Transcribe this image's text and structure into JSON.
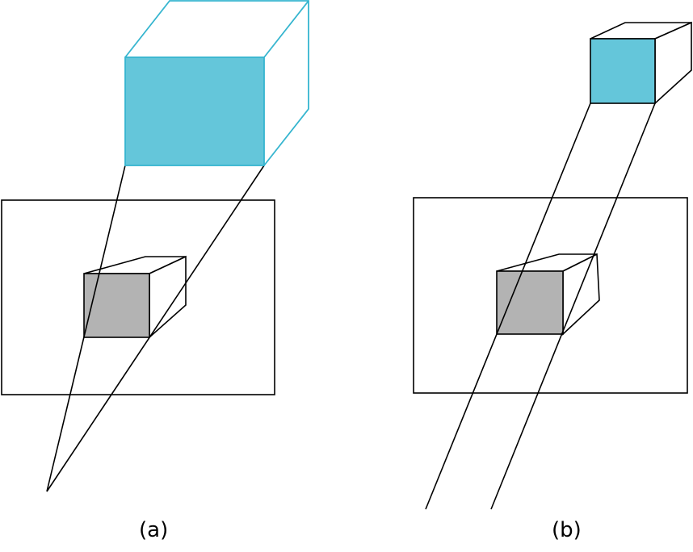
{
  "colors": {
    "projected_face": "#64c6da",
    "projected_edge": "#35b5cf",
    "object_face": "#b3b3b3",
    "line": "#000000"
  },
  "panels": [
    {
      "id": "a",
      "caption": "(a)",
      "projection": "perspective"
    },
    {
      "id": "b",
      "caption": "(b)",
      "projection": "parallel"
    }
  ]
}
